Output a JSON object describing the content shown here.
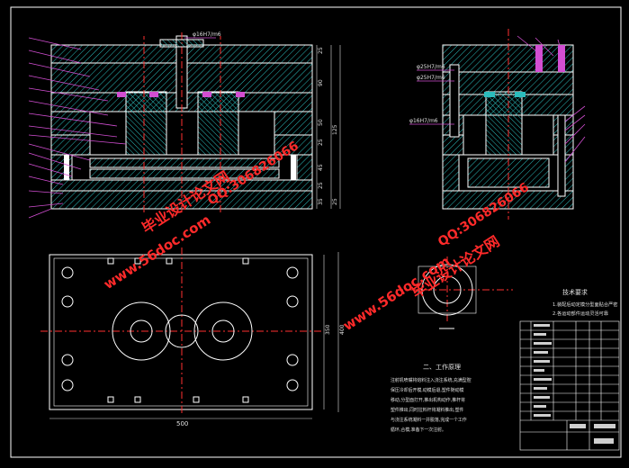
{
  "drawing": {
    "fit_labels": {
      "main_top": "φ16H7/m6",
      "side_a": "φ25H7/m6",
      "side_b": "φ25H7/m6",
      "side_c": "φ16H7/m6"
    },
    "dimensions": {
      "plan_width": "500",
      "plan_height_inner": "350",
      "plan_height_outer": "400",
      "stack_1": "25",
      "stack_2": "90",
      "stack_3": "50",
      "stack_4": "25",
      "stack_5": "45",
      "stack_6": "25",
      "stack_7": "35",
      "stack_8": "125",
      "stack_9": "25"
    },
    "requirements_title": "技术要求",
    "requirements_items": [
      "1.装配后动定模分型面贴合严密",
      "2.各运动部件运动灵活可靠"
    ],
    "notes_title": "二、工作原理",
    "notes_lines": [
      "注射机喷嘴将熔料注入浇注系统,充满型腔",
      "保压冷却后开模,动模后退,塑件随动模",
      "移动,分型面打开,推出机构动作,推杆将",
      "塑件推出,同时拉料杆将凝料推出,塑件",
      "与浇注系统凝料一并脱落,完成一个工作",
      "循环,合模,准备下一次注射。"
    ]
  },
  "watermarks": {
    "site": "www.56doc.com",
    "qq": "QQ:306826066",
    "name": "毕业设计论文网"
  },
  "colors": {
    "background": "#000000",
    "outline": "#ffffff",
    "hatch": "#2bbcbc",
    "center_line": "#ff3030",
    "leader": "#d24ed2",
    "dimension": "#e0e0e0",
    "watermark": "#ff2a2a"
  }
}
